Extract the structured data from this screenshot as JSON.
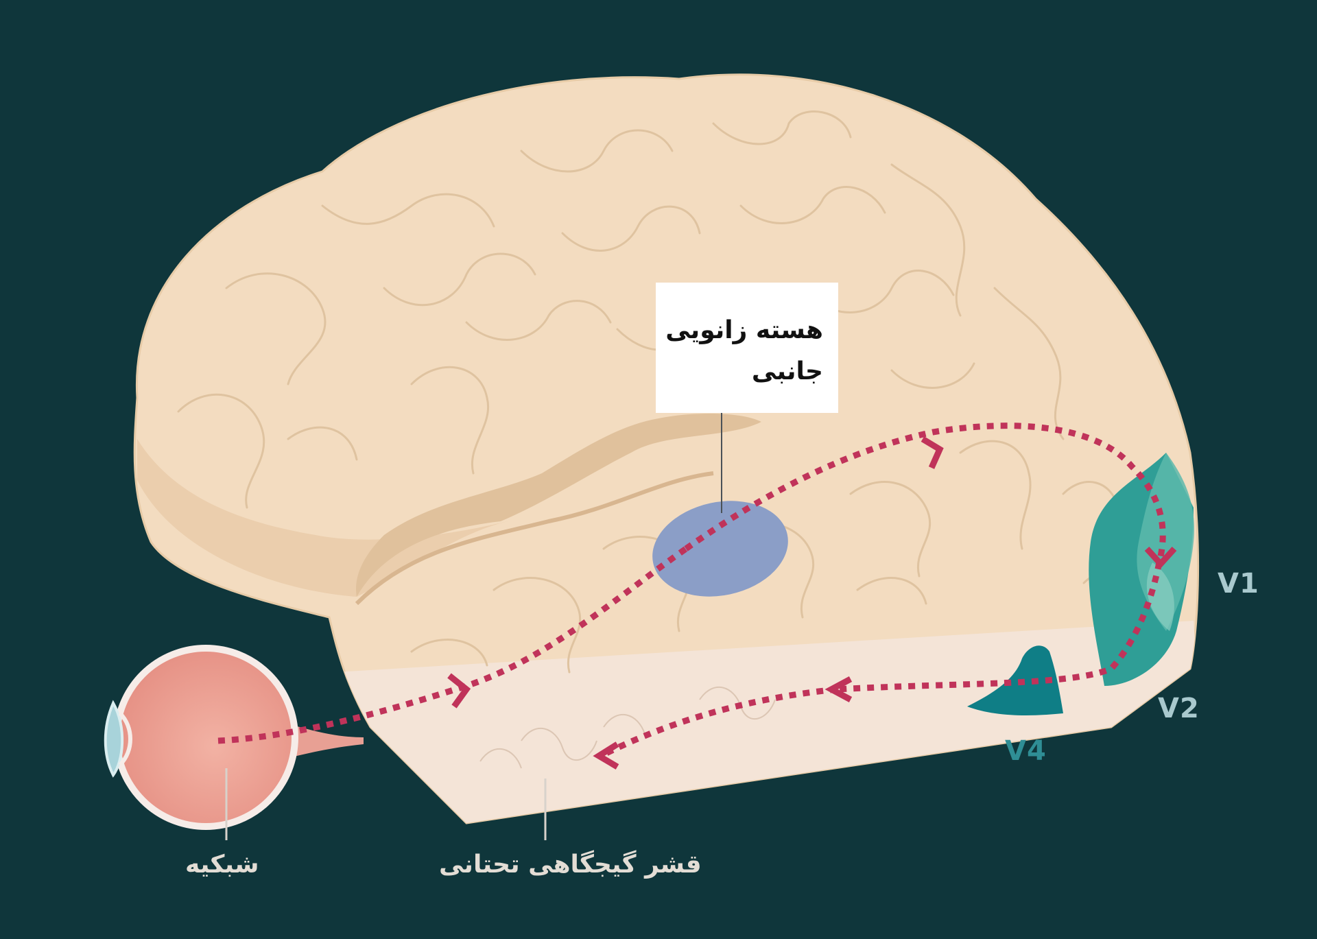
{
  "labels": {
    "lgn_line1": "هسته زانویی",
    "lgn_line2": "جانبی",
    "retina": "شبکیه",
    "inferior_temporal_cortex": "قشر گیجگاهی تحتانی",
    "v1": "V1",
    "v2": "V2",
    "v4": "V4"
  },
  "colors": {
    "background": "#0f363b",
    "brain": "#f3dcc0",
    "brain_fold": "#dcbf9c",
    "cerebellum_area": "#f3e3d6",
    "lgn": "#8b9ec7",
    "visual_cortex": "#2f9e96",
    "pathway": "#c0335a",
    "eye": "#eaa496"
  }
}
